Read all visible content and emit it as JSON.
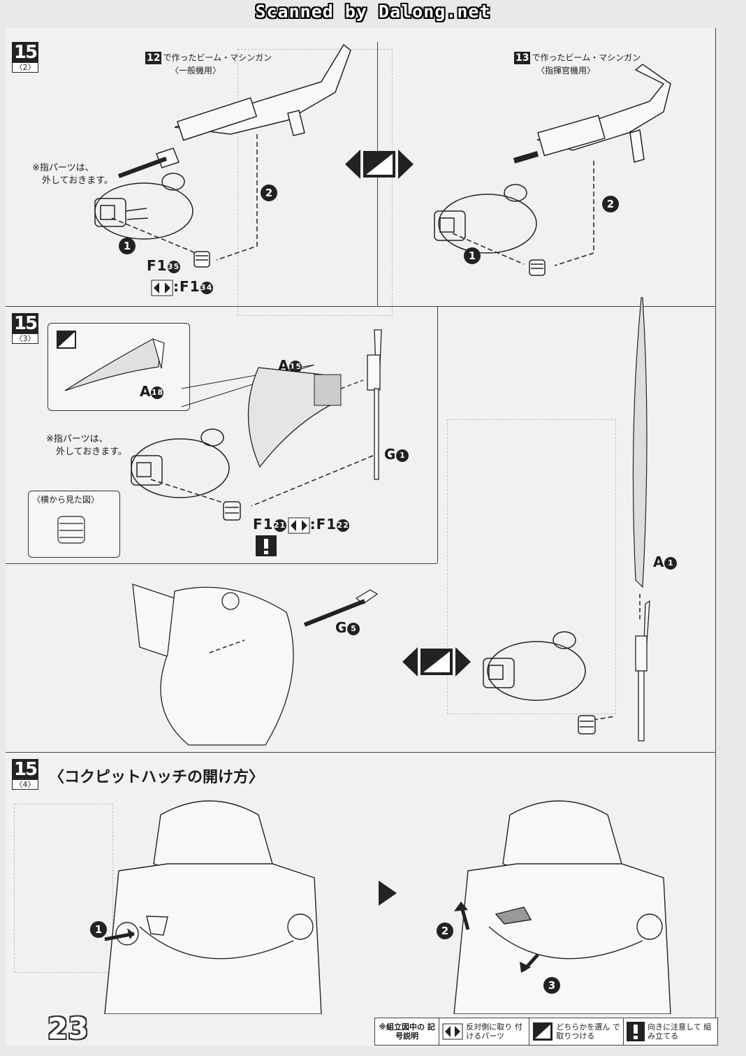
{
  "header": {
    "banner": "Scanned by Dalong.net"
  },
  "page_number": "23",
  "steps": {
    "s2": {
      "number": "15",
      "sub": "〈2〉",
      "left": {
        "ref_step": "12",
        "caption_line1": "で作ったビーム・マシンガン",
        "caption_line2": "〈一般機用〉",
        "note_line1": "※指パーツは、",
        "note_line2": "外しておきます。",
        "part_main": "F1",
        "part_main_no": "35",
        "part_alt": ":F1",
        "part_alt_no": "34",
        "order_1": "1",
        "order_2": "2"
      },
      "right": {
        "ref_step": "13",
        "caption_line1": "で作ったビーム・マシンガン",
        "caption_line2": "〈指揮官機用〉",
        "order_1": "1",
        "order_2": "2"
      }
    },
    "s3": {
      "number": "15",
      "sub": "〈3〉",
      "part_a15": "A",
      "part_a15_no": "15",
      "part_a18": "A",
      "part_a18_no": "18",
      "part_g1": "G",
      "part_g1_no": "1",
      "part_g5": "G",
      "part_g5_no": "5",
      "part_a1": "A",
      "part_a1_no": "1",
      "note_line1": "※指パーツは、",
      "note_line2": "外しておきます。",
      "side_view_label": "〈横から見た図〉",
      "part_f1": "F1",
      "part_f1_no": "21",
      "part_f1_alt": ":F1",
      "part_f1_alt_no": "22"
    },
    "s4": {
      "number": "15",
      "sub": "〈4〉",
      "title": "〈コクピットハッチの開け方〉",
      "order_1": "1",
      "order_2": "2",
      "order_3": "3"
    }
  },
  "legend": {
    "title": "※組立図中の 記号説明",
    "item1": "反対側に取り 付けるパーツ",
    "item2": "どちらかを選ん で取りつける",
    "item3": "向きに注意して 組み立てる"
  },
  "colors": {
    "ink": "#1a1a1a",
    "paper": "#f1f1f1",
    "ghost": "#9a9a9a"
  }
}
